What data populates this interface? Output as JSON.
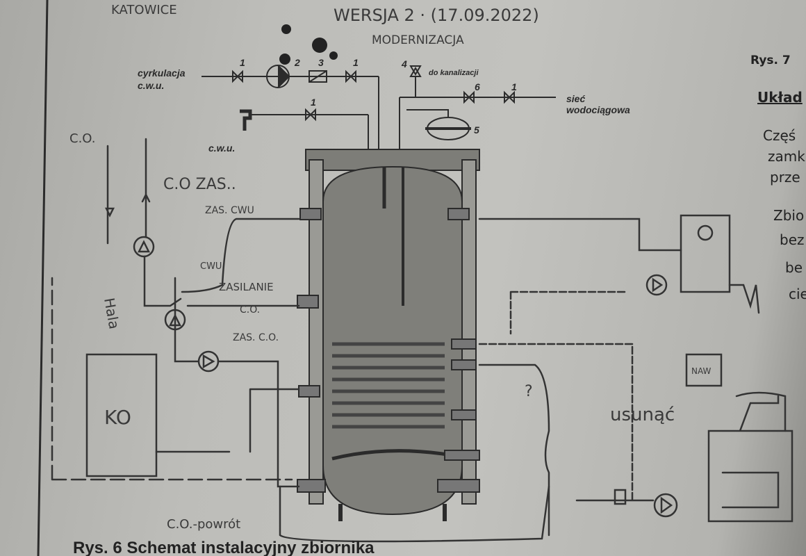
{
  "handwritten": {
    "city": "KATOWICE",
    "version": "WERSJA 2 · (17.09.2022)",
    "modernization": "MODERNIZACJA",
    "co_top": "C.O.",
    "co_zas": "C.O ZAS..",
    "zas_cwu": "ZAS. CWU",
    "cwu_small": "CWU",
    "zasilanie": "ZASILANIE",
    "co_mid": "C.O.",
    "zas_co": "ZAS. C.O.",
    "co_powrot": "C.O.-powrót",
    "hala": "Hala",
    "ko": "KO",
    "naw": "NAW",
    "usunac": "usunąć",
    "question": "?"
  },
  "printed": {
    "cyrkulacja": "cyrkulacja",
    "cwu_circ": "c.w.u.",
    "cwu_tap": "c.w.u.",
    "do_kanalizacji": "do kanalizacji",
    "siec": "sieć",
    "wodociagowa": "wodociągowa",
    "labels": [
      "1",
      "2",
      "3",
      "1",
      "4",
      "6",
      "1",
      "1",
      "5"
    ]
  },
  "side_text": {
    "rys7": "Rys. 7",
    "uklad": "Układ",
    "lines": [
      "Częś",
      "zamk",
      "prze",
      "Zbio",
      "bez",
      "be",
      "cie"
    ]
  },
  "caption": "Rys. 6 Schemat instalacyjny zbiornika"
}
